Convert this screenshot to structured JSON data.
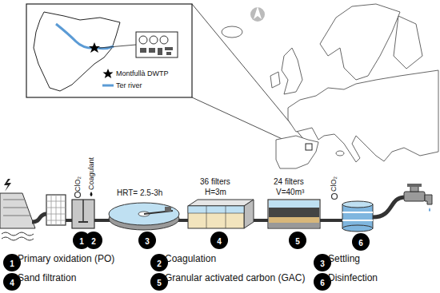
{
  "diagram": {
    "nodes": [
      {
        "text": [
          "1"
        ]
      },
      {
        "text": [
          "2"
        ]
      },
      {
        "text": [
          "3"
        ]
      },
      {
        "text": [
          "4"
        ]
      },
      {
        "text": [
          "5"
        ]
      },
      {
        "text": [
          "6"
        ]
      },
      {
        "text": [
          "1"
        ]
      },
      {
        "text": [
          "2"
        ]
      },
      {
        "text": [
          "3"
        ]
      },
      {
        "text": [
          "4"
        ]
      },
      {
        "text": [
          "5"
        ]
      },
      {
        "text": [
          "6"
        ]
      }
    ],
    "labels": [
      "ClO₂",
      "Coagulant",
      "HRT= 2.5-3h",
      "36 filters",
      "H=3m",
      "24 filters",
      "V=40m³",
      "ClO₂",
      "Primary oxidation (PO)",
      "Coagulation",
      "Settling",
      "Sand filtration",
      "Granular activated carbon (GAC)",
      "Disinfection"
    ],
    "legend": [
      {
        "text": "Montfullà DWTP"
      },
      {
        "text": "Ter river"
      }
    ]
  }
}
